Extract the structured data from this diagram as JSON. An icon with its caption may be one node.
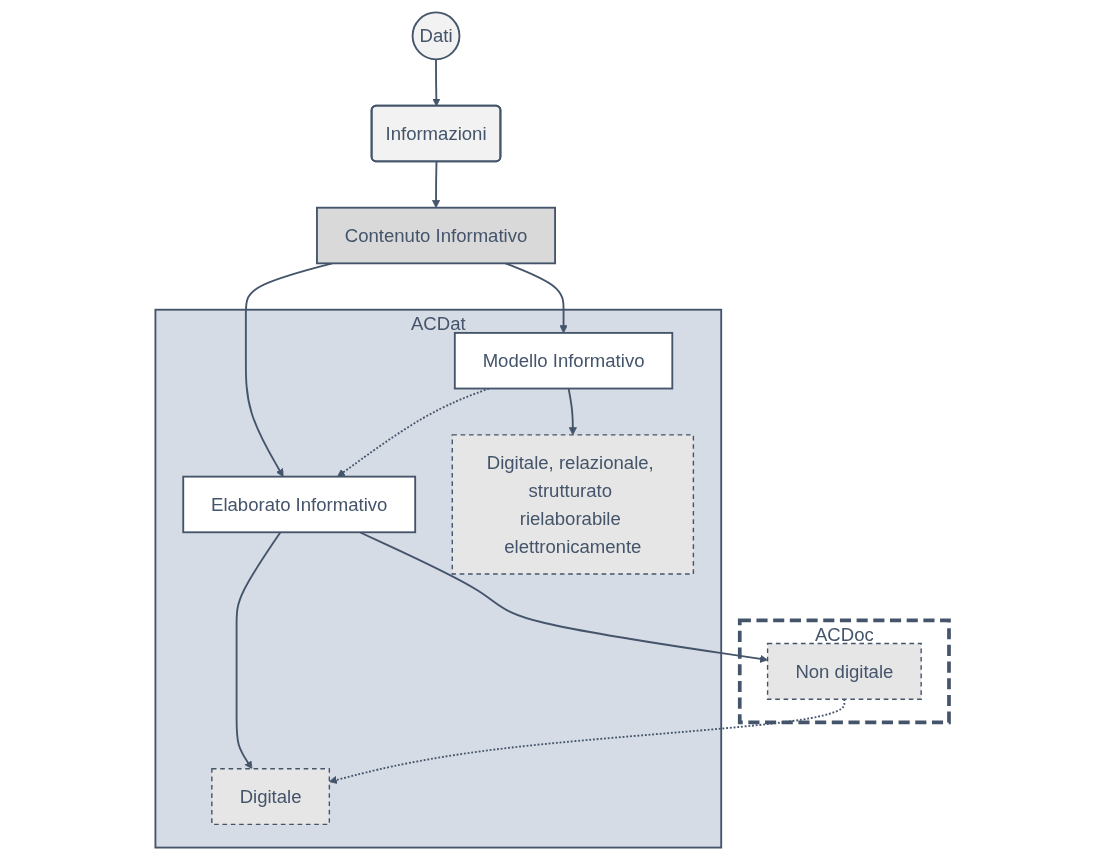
{
  "diagram": {
    "nodes": [
      {
        "text": [
          "Dati"
        ]
      },
      {
        "text": [
          "Informazioni"
        ]
      },
      {
        "text": [
          "Contenuto Informativo"
        ]
      },
      {
        "text": [
          "ACDoc"
        ]
      },
      {
        "text": [
          "Non digitale"
        ],
        "in": 3
      },
      {
        "text": [
          "ACDat"
        ]
      },
      {
        "text": [
          "Digitale"
        ],
        "in": 5
      },
      {
        "text": [
          "Elaborato Informativo"
        ],
        "in": 5
      },
      {
        "text": [
          "Modello Informativo"
        ],
        "in": 5
      },
      {
        "text": [
          "Digitale, relazionale, strutturato rielaborabile elettronicamente"
        ],
        "in": 5
      }
    ],
    "edges": [
      {
        "from": 0,
        "to": 1,
        "arrow": "to"
      },
      {
        "from": 1,
        "to": 2,
        "arrow": "to"
      },
      {
        "from": 2,
        "to": 7,
        "arrow": "to"
      },
      {
        "from": 2,
        "to": 8,
        "arrow": "to"
      },
      {
        "from": 7,
        "to": 6,
        "arrow": "to"
      },
      {
        "from": 7,
        "to": 4,
        "arrow": "to"
      },
      {
        "from": 4,
        "to": 6,
        "arrow": "to",
        "style": "dashed"
      },
      {
        "from": 8,
        "to": 7,
        "arrow": "to",
        "style": "dashed"
      },
      {
        "from": 8,
        "to": 9,
        "arrow": "to"
      }
    ]
  }
}
